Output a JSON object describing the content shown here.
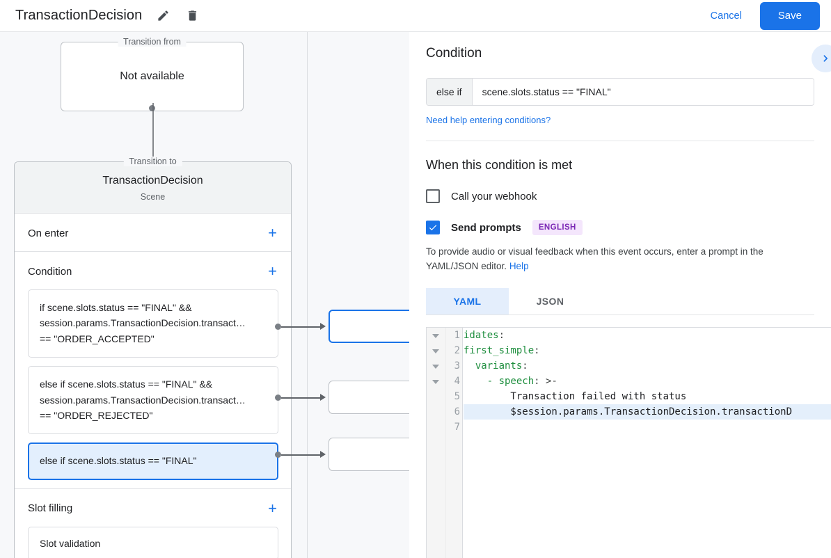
{
  "topbar": {
    "title": "TransactionDecision",
    "edit_icon": "pencil-icon",
    "delete_icon": "trash-icon",
    "cancel_label": "Cancel",
    "save_label": "Save",
    "accent_color": "#1a73e8"
  },
  "canvas": {
    "transition_from": {
      "legend": "Transition from",
      "value": "Not available"
    },
    "transition_to": {
      "legend": "Transition to",
      "name": "TransactionDecision",
      "type": "Scene"
    },
    "sections": [
      {
        "label": "On enter",
        "add": "+"
      },
      {
        "label": "Condition",
        "add": "+"
      },
      {
        "label": "Slot filling",
        "add": "+"
      }
    ],
    "conditions": [
      {
        "selected": false,
        "lines": [
          "if scene.slots.status == \"FINAL\" &&",
          "session.params.TransactionDecision.transact…",
          "== \"ORDER_ACCEPTED\""
        ]
      },
      {
        "selected": false,
        "lines": [
          "else if scene.slots.status == \"FINAL\" &&",
          "session.params.TransactionDecision.transact…",
          "== \"ORDER_REJECTED\""
        ]
      },
      {
        "selected": true,
        "lines": [
          "else if scene.slots.status == \"FINAL\""
        ]
      }
    ],
    "slot_filling": [
      {
        "label": "Slot validation"
      }
    ]
  },
  "panel": {
    "title": "Condition",
    "expand_icon": "chevron-right-icon",
    "condition": {
      "prefix": "else if",
      "value": "scene.slots.status == \"FINAL\"",
      "help_link": "Need help entering conditions?"
    },
    "when_title": "When this condition is met",
    "webhook": {
      "label": "Call your webhook",
      "checked": false
    },
    "prompts": {
      "label": "Send prompts",
      "checked": true,
      "badge": "ENGLISH",
      "badge_bg": "#f4e6fc",
      "badge_fg": "#7b28b5",
      "description": "To provide audio or visual feedback when this event occurs, enter a prompt in the YAML/JSON editor.",
      "help_label": "Help"
    },
    "tabs": [
      {
        "label": "YAML",
        "active": true
      },
      {
        "label": "JSON",
        "active": false
      }
    ],
    "editor": {
      "highlighted_line": 6,
      "lines": [
        {
          "n": 1,
          "fold": true,
          "segments": [
            {
              "t": "idates",
              "c": "k"
            },
            {
              "t": ":",
              "c": "p"
            }
          ]
        },
        {
          "n": 2,
          "fold": true,
          "segments": [
            {
              "t": "first_simple",
              "c": "k"
            },
            {
              "t": ":",
              "c": "p"
            }
          ]
        },
        {
          "n": 3,
          "fold": true,
          "segments": [
            {
              "t": "  variants",
              "c": "k"
            },
            {
              "t": ":",
              "c": "p"
            }
          ]
        },
        {
          "n": 4,
          "fold": true,
          "segments": [
            {
              "t": "    - speech",
              "c": "k"
            },
            {
              "t": ": >-",
              "c": "p"
            }
          ]
        },
        {
          "n": 5,
          "fold": false,
          "segments": [
            {
              "t": "        Transaction failed with status",
              "c": "t"
            }
          ]
        },
        {
          "n": 6,
          "fold": false,
          "segments": [
            {
              "t": "        $session.params.TransactionDecision.transactionD",
              "c": "t"
            }
          ]
        },
        {
          "n": 7,
          "fold": false,
          "segments": [
            {
              "t": "",
              "c": "t"
            }
          ]
        }
      ]
    }
  }
}
